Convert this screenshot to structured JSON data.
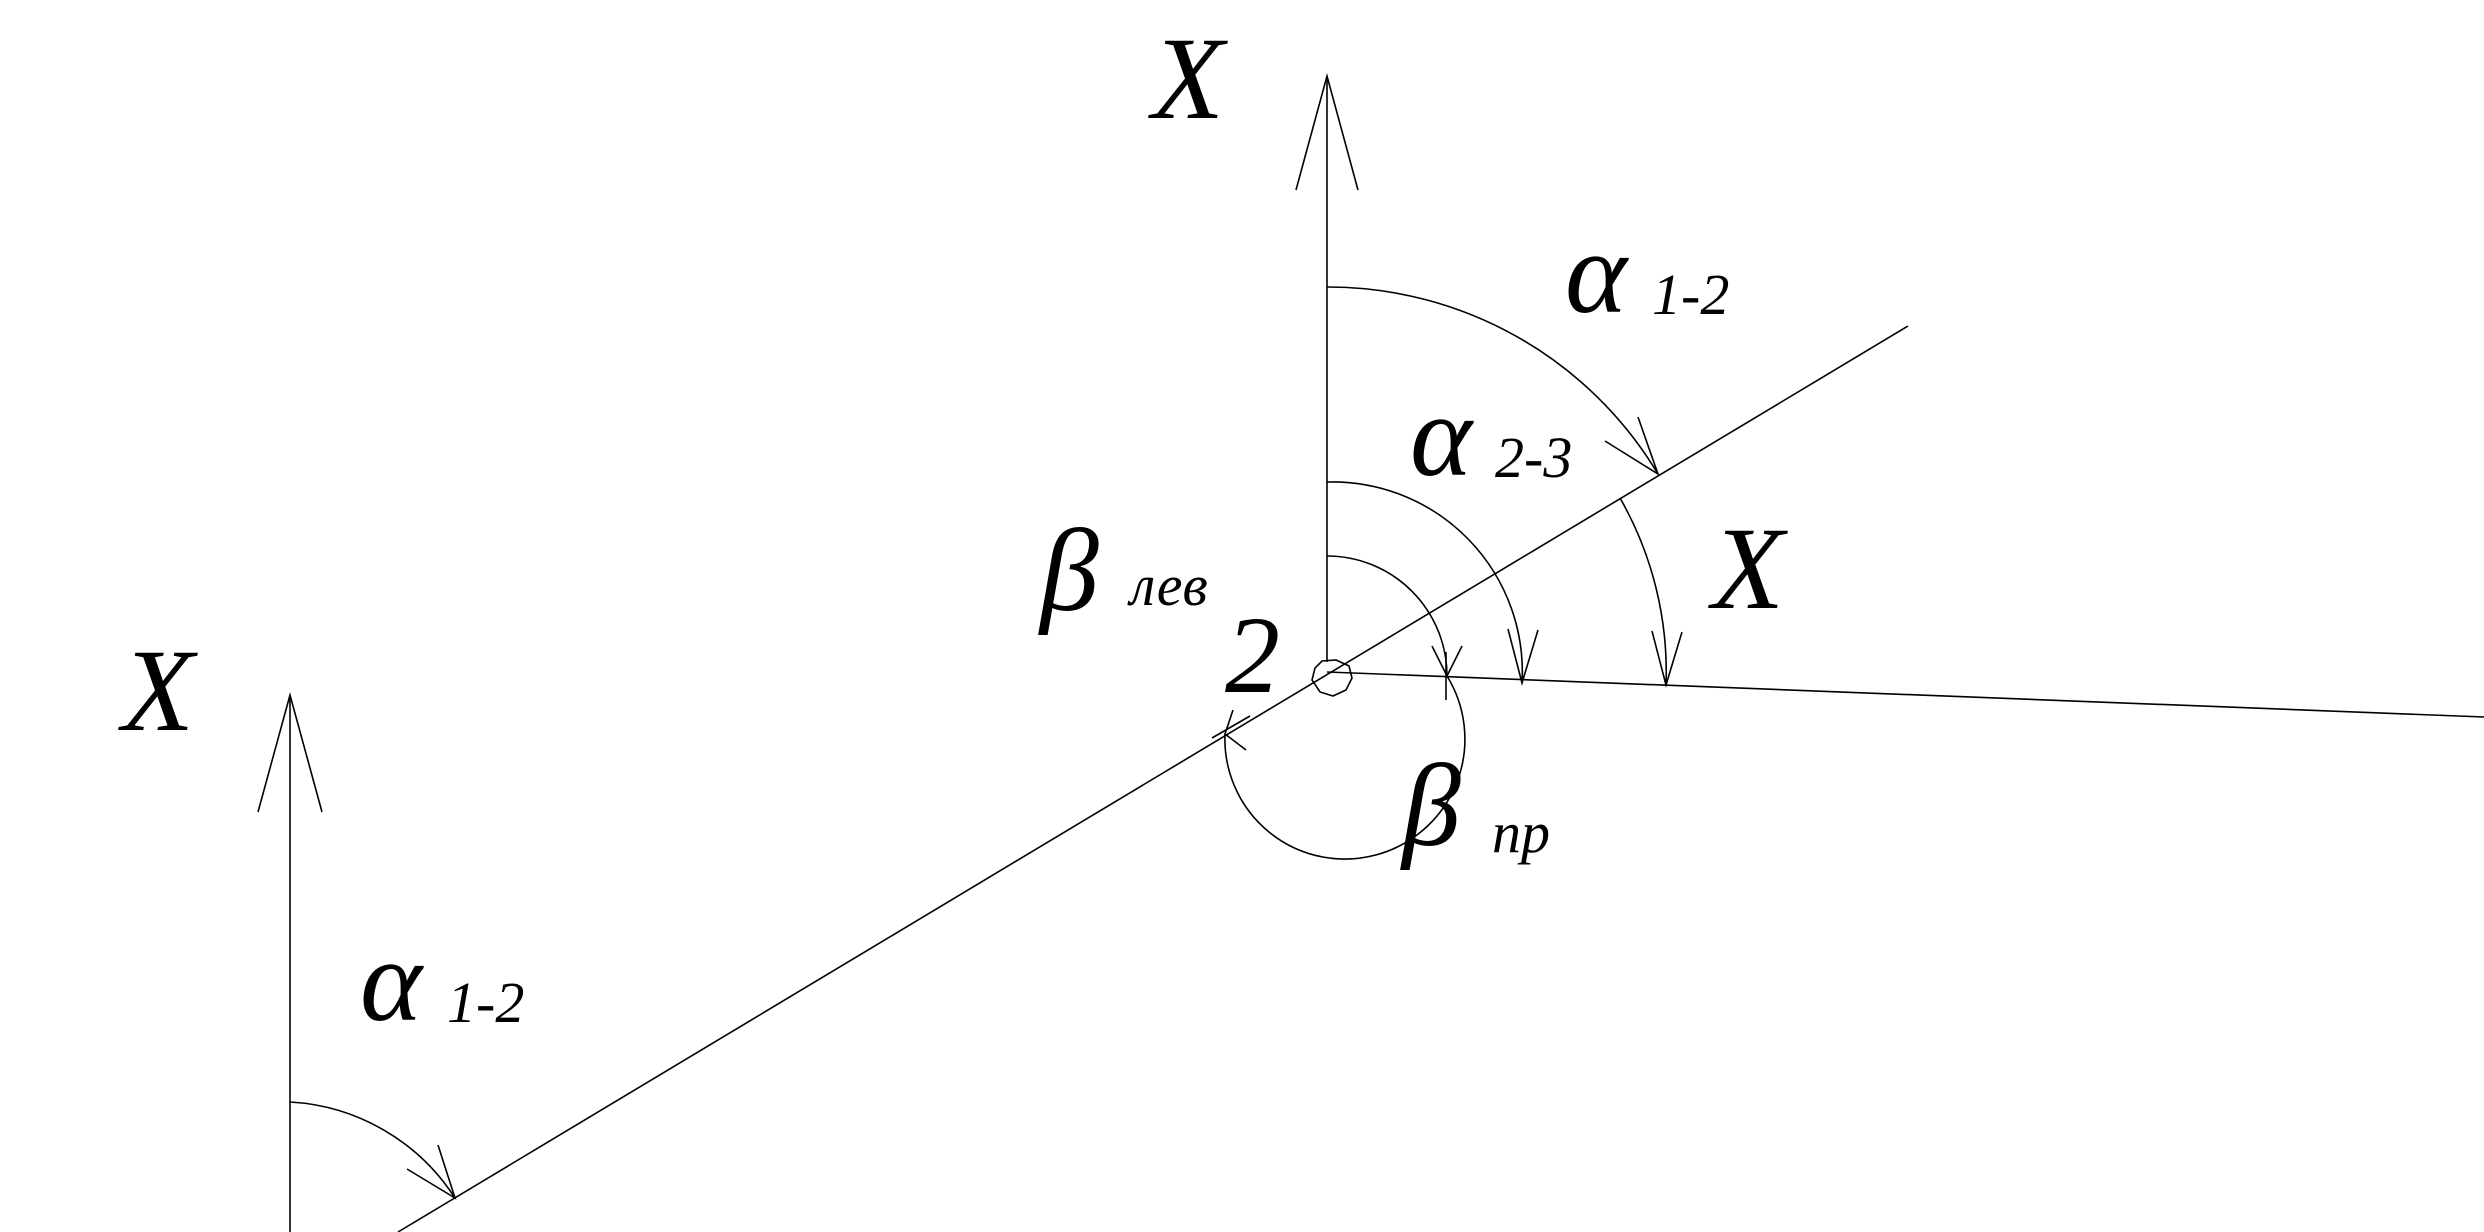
{
  "labels": {
    "x_axis_top": "X",
    "x_axis_left": "X",
    "x_axis_right": "X",
    "alpha_symbol": "α",
    "beta_symbol": "β",
    "alpha_1_2_top_sub": "1-2",
    "alpha_2_3_sub": "2-3",
    "alpha_1_2_bottom_sub": "1-2",
    "beta_left_sub": "лев",
    "beta_right_sub": "пр",
    "point_label": "2"
  }
}
